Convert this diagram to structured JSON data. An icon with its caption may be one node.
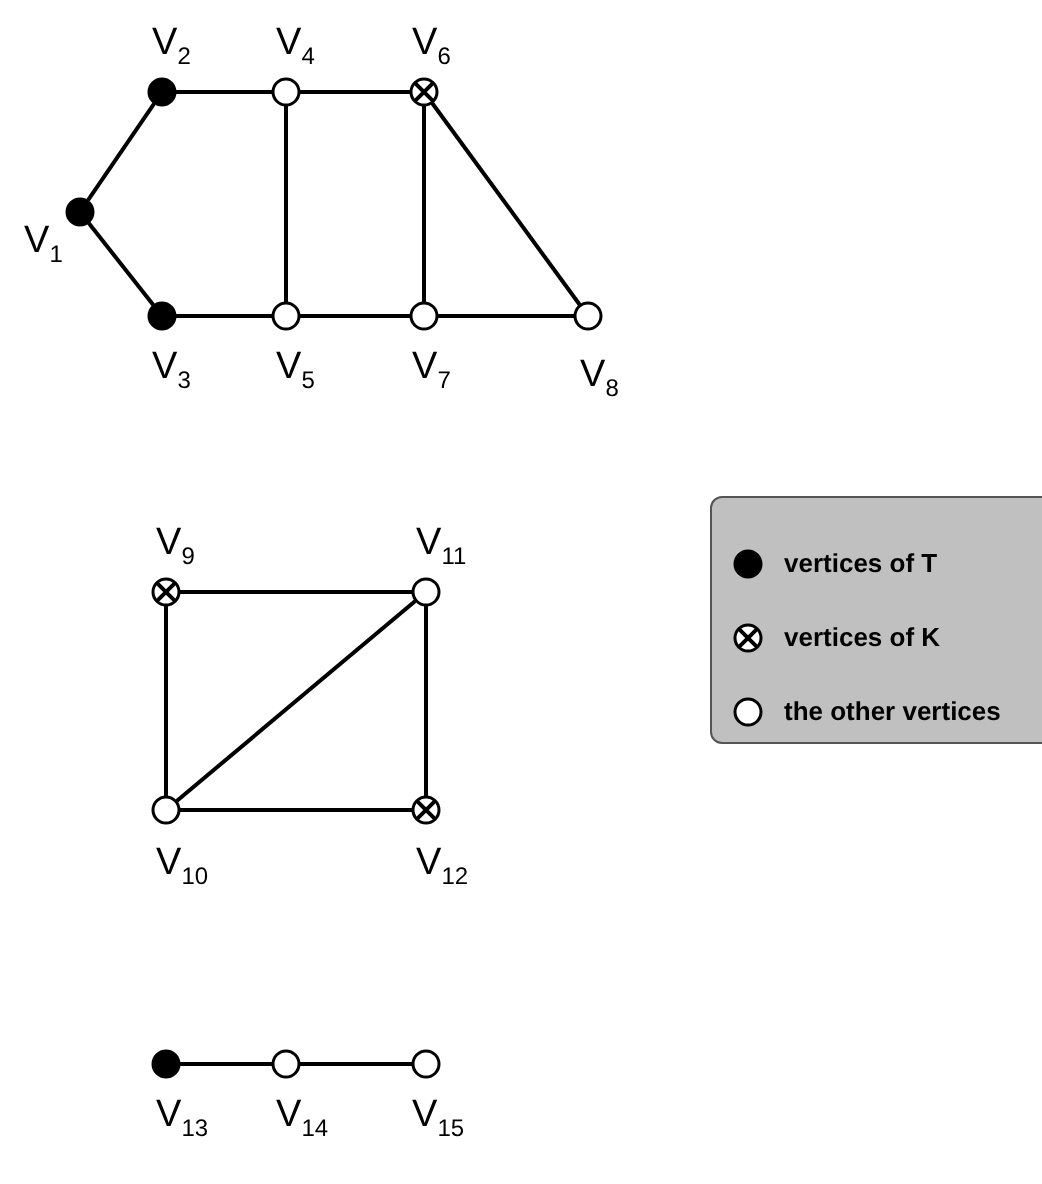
{
  "diagram": {
    "nodes": [
      {
        "text": [],
        "shape": "circle",
        "beside": [
          "V$_{1}$"
        ]
      },
      {
        "text": [],
        "shape": "circle",
        "beside": [
          "V$_{2}$"
        ]
      },
      {
        "text": [],
        "shape": "circle",
        "beside": [
          "V$_{3}$"
        ]
      },
      {
        "text": [],
        "shape": "circle",
        "beside": [
          "V$_{4}$"
        ]
      },
      {
        "text": [],
        "shape": "circle",
        "beside": [
          "V$_{5}$"
        ]
      },
      {
        "text": [],
        "shape": "circle",
        "beside": [
          "V$_{6}$"
        ]
      },
      {
        "text": [],
        "shape": "circle",
        "beside": [
          "V$_{7}$"
        ]
      },
      {
        "text": [],
        "shape": "circle",
        "beside": [
          "V$_{8}$"
        ]
      },
      {
        "text": [],
        "shape": "circle",
        "beside": [
          "V$_{9}$"
        ]
      },
      {
        "text": [],
        "shape": "circle",
        "beside": [
          "V$_{10}$"
        ]
      },
      {
        "text": [],
        "shape": "circle",
        "beside": [
          "V$_{11}$"
        ]
      },
      {
        "text": [],
        "shape": "circle",
        "beside": [
          "V$_{12}$"
        ]
      },
      {
        "text": [],
        "shape": "circle",
        "beside": [
          "V$_{13}$"
        ]
      },
      {
        "text": [],
        "shape": "circle",
        "beside": [
          "V$_{14}$"
        ]
      },
      {
        "text": [],
        "shape": "circle",
        "beside": [
          "V$_{15}$"
        ]
      }
    ],
    "edges": [
      {
        "from": 0,
        "to": 1,
        "arrow": "none"
      },
      {
        "from": 0,
        "to": 2,
        "arrow": "none"
      },
      {
        "from": 1,
        "to": 3,
        "arrow": "none"
      },
      {
        "from": 3,
        "to": 5,
        "arrow": "none"
      },
      {
        "from": 2,
        "to": 4,
        "arrow": "none"
      },
      {
        "from": 4,
        "to": 6,
        "arrow": "none"
      },
      {
        "from": 6,
        "to": 7,
        "arrow": "none"
      },
      {
        "from": 3,
        "to": 4,
        "arrow": "none"
      },
      {
        "from": 5,
        "to": 6,
        "arrow": "none"
      },
      {
        "from": 5,
        "to": 7,
        "arrow": "none"
      },
      {
        "from": 8,
        "to": 10,
        "arrow": "none"
      },
      {
        "from": 8,
        "to": 9,
        "arrow": "none"
      },
      {
        "from": 9,
        "to": 10,
        "arrow": "none"
      },
      {
        "from": 10,
        "to": 11,
        "arrow": "none"
      },
      {
        "from": 9,
        "to": 11,
        "arrow": "none"
      },
      {
        "from": 12,
        "to": 13,
        "arrow": "none"
      },
      {
        "from": 13,
        "to": 14,
        "arrow": "none"
      }
    ],
    "legend": [
      {
        "text": "vertices of T"
      },
      {
        "text": "vertices of K"
      },
      {
        "text": "the other vertices"
      }
    ]
  }
}
